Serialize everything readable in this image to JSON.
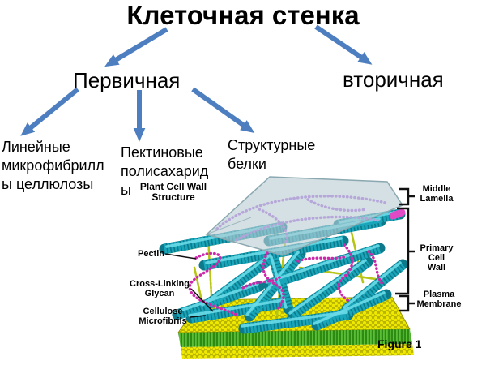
{
  "slide": {
    "title": "Клеточная стенка",
    "primary_label": "Первичная",
    "secondary_label": "вторичная",
    "children": {
      "linear_microfibrils": "Линейные\nмикрофибрилл\nы целлюлозы",
      "pectin_polysaccharides": "Пектиновые\nполисахарид\nы",
      "structural_proteins": "Структурные\nбелки"
    }
  },
  "figure": {
    "title": "Plant Cell Wall\nStructure",
    "caption": "Figure 1",
    "left_labels": {
      "pectin": "Pectin",
      "cross_linking_glycan": "Cross-Linking\nGlycan",
      "cellulose_microfibrils": "Cellulose\nMicrofibrils"
    },
    "right_labels": {
      "middle_lamella": "Middle\nLamella",
      "primary_cell_wall": "Primary\nCell\nWall",
      "plasma_membrane": "Plasma\nMembrane"
    }
  },
  "colors": {
    "arrow_blue": "#4d7ec0",
    "ink": "#000000",
    "rod_teal": "#1aa6ba",
    "rod_dark": "#0d7a8c",
    "rod_light": "#6adce8",
    "pectin_magenta": "#cb29a9",
    "pectin_cap": "#e04ac4",
    "pectin_lavender": "#b4a2d8",
    "glycan_green": "#b6c516",
    "mem_yellow": "#efe900",
    "mem_base": "#b8b400",
    "mem_green_dark": "#2d8a12",
    "mem_green_light": "#5ec43a",
    "slab_fill": "#b9cdd4",
    "slab_edge": "#8aa8b0"
  }
}
